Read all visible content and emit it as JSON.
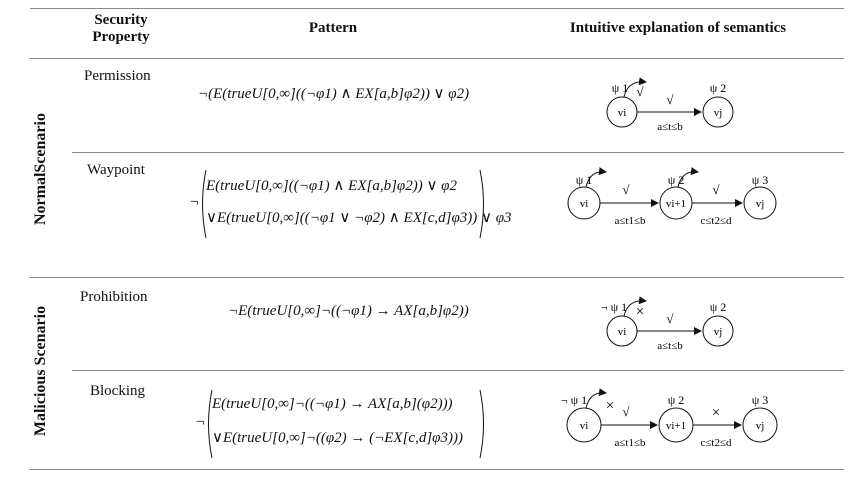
{
  "header": {
    "security_property": "Security Property",
    "pattern": "Pattern",
    "intuitive": "Intuitive explanation of semantics"
  },
  "groups": {
    "normal": "NormalScenario",
    "malicious": "Malicious Scenario"
  },
  "rows": [
    {
      "property": "Permission"
    },
    {
      "property": "Waypoint"
    },
    {
      "property": "Prohibition"
    },
    {
      "property": "Blocking"
    }
  ],
  "formulas": {
    "permission": "¬(E(trueU[0,∞]((¬φ1) ∧ EX[a,b]φ2)) ∨ φ2)",
    "waypoint_1": "E(trueU[0,∞]((¬φ1) ∧ EX[a,b]φ2)) ∨ φ2",
    "waypoint_2": "∨E(trueU[0,∞]((¬φ1 ∨ ¬φ2) ∧ EX[c,d]φ3)) ∨ φ3",
    "prohibition": "¬E(trueU[0,∞]¬((¬φ1) → AX[a,b]φ2))",
    "blocking_1": "E(trueU[0,∞]¬((¬φ1) → AX[a,b](φ2)))",
    "blocking_2": "∨E(trueU[0,∞]¬((φ2) → (¬EX[c,d]φ3)))"
  },
  "diagrams": {
    "vi": "vi",
    "vi1": "vi+1",
    "vj": "vj",
    "psi1": "ψ 1",
    "psi2": "ψ 2",
    "psi3": "ψ 3",
    "npsi1": "¬ ψ 1",
    "check": "√",
    "cross": "×",
    "ab": "a≤t≤b",
    "ab1": "a≤t1≤b",
    "cd2": "c≤t2≤d"
  }
}
